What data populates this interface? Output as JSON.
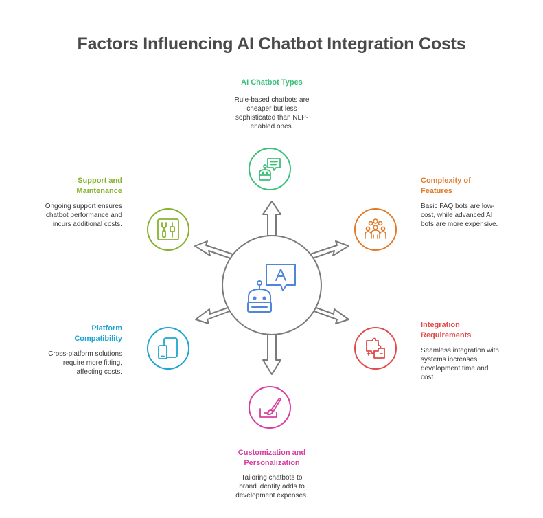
{
  "title": "Factors Influencing AI Chatbot Integration Costs",
  "colors": {
    "green": "#3cbf7a",
    "orange": "#e07b2a",
    "red": "#e04b4b",
    "magenta": "#d6409f",
    "blue": "#1ea5d0",
    "lime": "#86b32f",
    "hub": "#4f86d8",
    "gray": "#7a7a7a"
  },
  "center": {
    "icon": "robot-chat-icon"
  },
  "factors": [
    {
      "id": "types",
      "label": "AI Chatbot Types",
      "description": "Rule-based chatbots are cheaper but less sophisticated than NLP-enabled ones.",
      "icon": "chat-robot-icon",
      "color": "green"
    },
    {
      "id": "complexity",
      "label": "Complexity of Features",
      "description": "Basic FAQ bots are low-cost, while advanced AI bots are more expensive.",
      "icon": "group-icon",
      "color": "orange"
    },
    {
      "id": "integration",
      "label": "Integration Requirements",
      "description": "Seamless integration with systems increases development time and cost.",
      "icon": "puzzle-icon",
      "color": "red"
    },
    {
      "id": "customization",
      "label": "Customization and Personalization",
      "description": "Tailoring chatbots to brand identity adds to development expenses.",
      "icon": "paint-brush-icon",
      "color": "magenta"
    },
    {
      "id": "platform",
      "label": "Platform Compatibility",
      "description": "Cross-platform solutions require more fitting, affecting costs.",
      "icon": "devices-icon",
      "color": "blue"
    },
    {
      "id": "support",
      "label": "Support and Maintenance",
      "description": "Ongoing support ensures chatbot performance and incurs additional costs.",
      "icon": "tools-icon",
      "color": "lime"
    }
  ]
}
